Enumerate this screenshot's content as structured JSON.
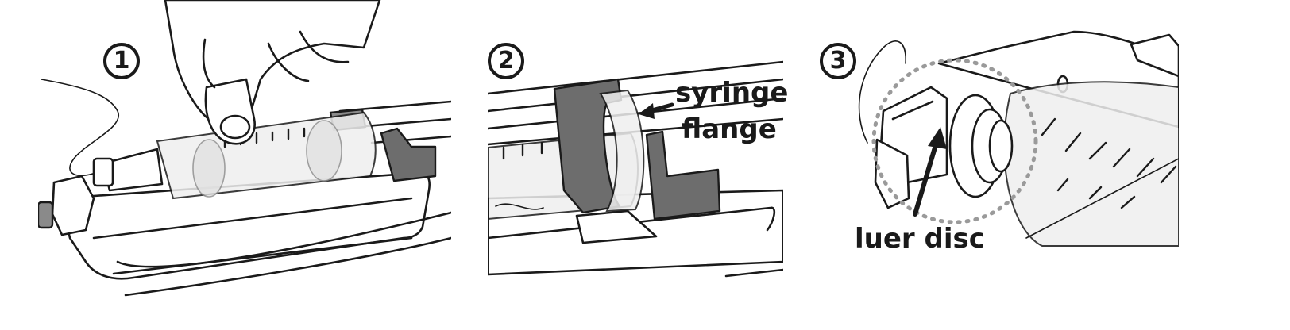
{
  "figure": {
    "steps": [
      {
        "number": "1",
        "labels": []
      },
      {
        "number": "2",
        "labels": [
          "syringe",
          "flange"
        ]
      },
      {
        "number": "3",
        "labels": [
          "luer disc"
        ]
      }
    ]
  },
  "colors": {
    "ink": "#1a1a1a",
    "clamp_grey": "#8a8a8a",
    "dashed_circle": "#9a9a9a"
  }
}
